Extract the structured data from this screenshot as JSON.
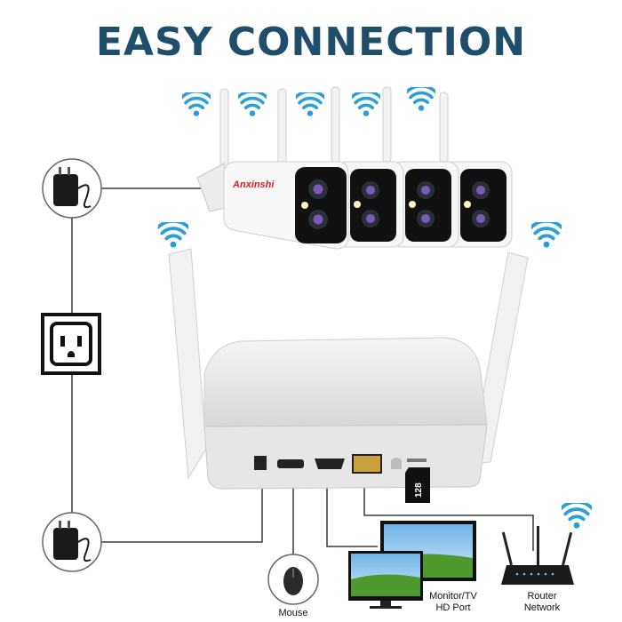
{
  "title": "EASY CONNECTION",
  "brand": "Anxinshi",
  "sd_card": "128",
  "labels": {
    "mouse": "Mouse",
    "monitor_line1": "Monitor/TV",
    "monitor_line2": "HD Port",
    "router_line1": "Router",
    "router_line2": "Network"
  },
  "colors": {
    "title": "#1f4e6b",
    "wifi": "#2a9fd8",
    "brand": "#e02020",
    "line": "#3a3a3a"
  },
  "icons": [
    "wifi-icon",
    "power-adapter-icon",
    "wall-outlet-icon",
    "mouse-icon",
    "monitor-icon",
    "router-icon",
    "sd-card-icon"
  ]
}
